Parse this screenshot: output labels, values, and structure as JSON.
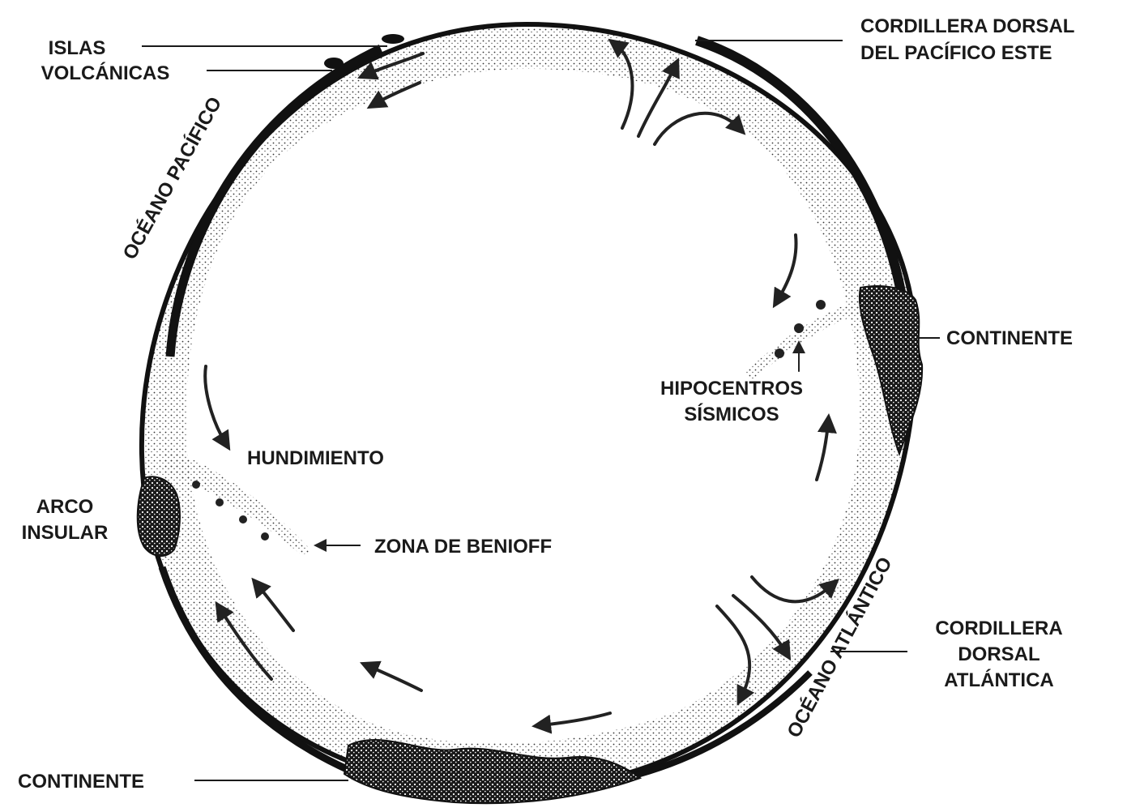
{
  "labels": {
    "islas_volcanicas": [
      "ISLAS",
      "VOLCÁNICAS"
    ],
    "cordillera_pacifico": [
      "CORDILLERA DORSAL",
      "DEL PACÍFICO ESTE"
    ],
    "oceano_pacifico": "OCÉANO PACÍFICO",
    "continente_right": "CONTINENTE",
    "hipocentros": [
      "HIPOCENTROS",
      "SÍSMICOS"
    ],
    "hundimiento": "HUNDIMIENTO",
    "arco_insular": [
      "ARCO",
      "INSULAR"
    ],
    "zona_benioff": "ZONA DE BENIOFF",
    "oceano_atlantico": "OCÉANO ATLÁNTICO",
    "cordillera_atlantica": [
      "CORDILLERA",
      "DORSAL",
      "ATLÁNTICA"
    ],
    "continente_bottom": "CONTINENTE"
  }
}
